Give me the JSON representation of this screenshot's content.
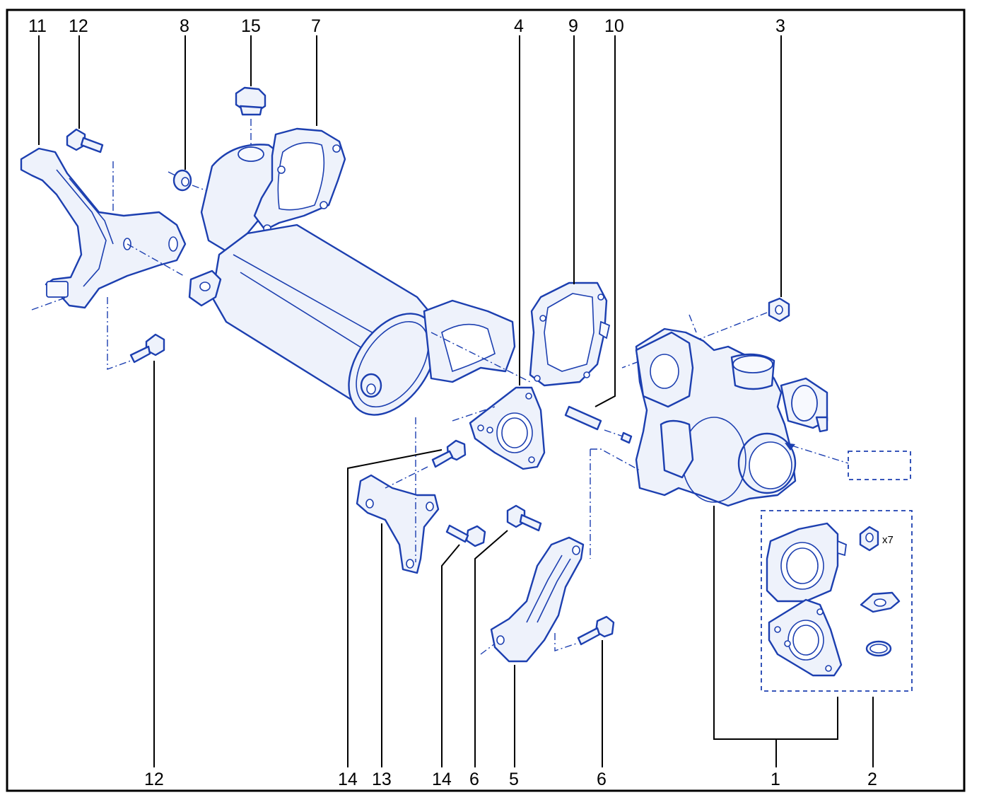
{
  "diagram": {
    "callouts": {
      "c1": "1",
      "c2": "2",
      "c3": "3",
      "c4": "4",
      "c5": "5",
      "c6a": "6",
      "c6b": "6",
      "c7": "7",
      "c8": "8",
      "c9": "9",
      "c10": "10",
      "c11": "11",
      "c12a": "12",
      "c12b": "12",
      "c13": "13",
      "c14a": "14",
      "c14b": "14",
      "c15": "15"
    },
    "kit_quantity": "x7",
    "colors": {
      "line": "#1c3fb0",
      "fill": "#eef2fb",
      "frame": "#000000"
    }
  }
}
